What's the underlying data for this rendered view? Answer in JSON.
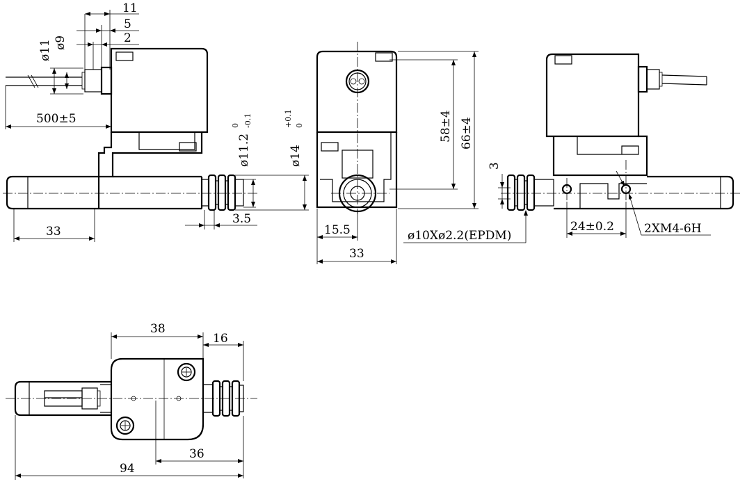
{
  "dimensions": {
    "d11": "11",
    "d5": "5",
    "d2": "2",
    "dia11": "ø11",
    "dia9": "ø9",
    "cable": "500±5",
    "dia11_2": "ø11.2",
    "dia11_2_up": "0",
    "dia11_2_lo": "-0.1",
    "dia14": "ø14",
    "dia14_up": "+0.1",
    "dia14_lo": "0",
    "d3_5": "3.5",
    "d33_left": "33",
    "d58": "58±4",
    "d66": "66±4",
    "d15_5": "15.5",
    "d33_mid": "33",
    "oring": "ø10Xø2.2(EPDM)",
    "d3": "3",
    "d24": "24±0.2",
    "thread": "2XM4-6H",
    "d38": "38",
    "d16": "16",
    "d36": "36",
    "d94": "94"
  }
}
